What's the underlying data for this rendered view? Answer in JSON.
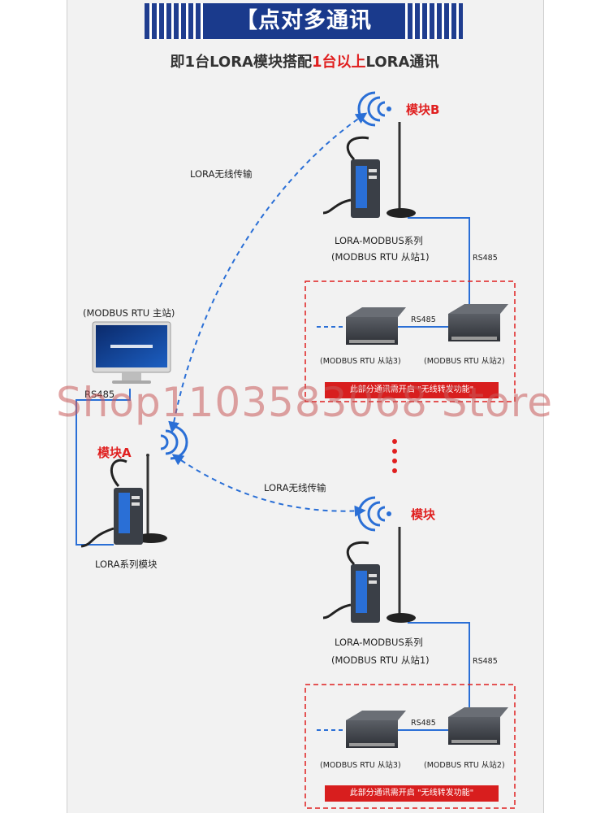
{
  "header": {
    "title": "【点对多通讯",
    "subtitle_pre": "即1台LORA模块搭配",
    "subtitle_highlight": "1台以上",
    "subtitle_post": "LORA通讯"
  },
  "master": {
    "pc_label": "(MODBUS RTU 主站)",
    "rs485_label": "RS485",
    "module_name": "模块A",
    "module_caption": "LORA系列模块"
  },
  "links": {
    "wireless_top": "LORA无线传输",
    "wireless_bottom": "LORA无线传输"
  },
  "group_top": {
    "module_name": "模块B",
    "module_caption_1": "LORA-MODBUS系列",
    "module_caption_2": "(MODBUS RTU 从站1)",
    "rs485_vertical": "RS485",
    "rs485_between": "RS485",
    "slave3": "(MODBUS RTU 从站3)",
    "slave2": "(MODBUS RTU 从站2)",
    "note": "此部分通讯需开启 \"无线转发功能\""
  },
  "group_bottom": {
    "module_name": "模块",
    "module_caption_1": "LORA-MODBUS系列",
    "module_caption_2": "(MODBUS RTU 从站1)",
    "rs485_vertical": "RS485",
    "rs485_between": "RS485",
    "slave3": "(MODBUS RTU 从站3)",
    "slave2": "(MODBUS RTU 从站2)",
    "note": "此部分通讯需开启 \"无线转发功能\""
  },
  "watermark": "Shop1103583068 Store",
  "colors": {
    "banner": "#1a3a8c",
    "accent_red": "#e02020",
    "line_blue": "#2a6fd6",
    "device_dark": "#3a3f47"
  }
}
